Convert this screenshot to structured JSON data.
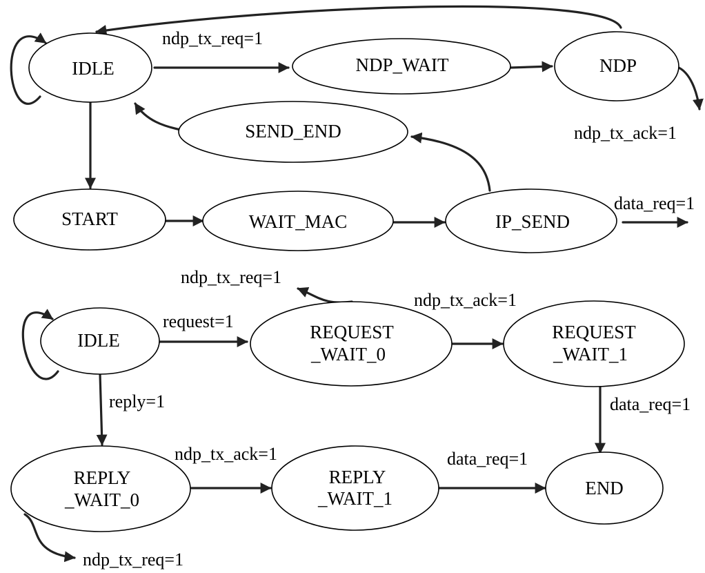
{
  "top_machine": {
    "states": {
      "idle": "IDLE",
      "ndp_wait": "NDP_WAIT",
      "ndp": "NDP",
      "send_end": "SEND_END",
      "start": "START",
      "wait_mac": "WAIT_MAC",
      "ip_send": "IP_SEND"
    },
    "labels": {
      "ndp_tx_req": "ndp_tx_req=1",
      "ndp_tx_ack": "ndp_tx_ack=1",
      "data_req": "data_req=1"
    }
  },
  "bottom_machine": {
    "states": {
      "idle": "IDLE",
      "request_wait_0": [
        "REQUEST",
        "_WAIT_0"
      ],
      "request_wait_1": [
        "REQUEST",
        "_WAIT_1"
      ],
      "reply_wait_0": [
        "REPLY",
        "_WAIT_0"
      ],
      "reply_wait_1": [
        "REPLY",
        "_WAIT_1"
      ],
      "end": "END"
    },
    "labels": {
      "ndp_tx_req_top": "ndp_tx_req=1",
      "request": "request=1",
      "ndp_tx_ack_top": "ndp_tx_ack=1",
      "reply": "reply=1",
      "data_req_right": "data_req=1",
      "ndp_tx_ack_bottom": "ndp_tx_ack=1",
      "data_req_bottom": "data_req=1",
      "ndp_tx_req_bottom": "ndp_tx_req=1"
    }
  },
  "colors": {
    "stroke": "#000000",
    "arrow": "#222222",
    "background": "#ffffff"
  }
}
